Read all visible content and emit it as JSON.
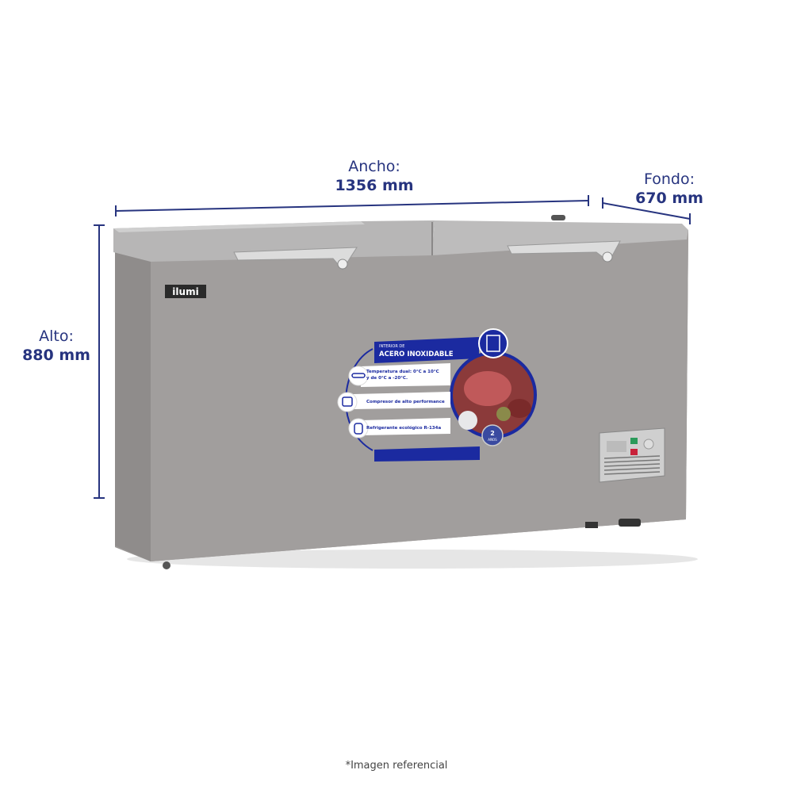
{
  "dimensions": {
    "width": {
      "label": "Ancho:",
      "value": "1356 mm"
    },
    "depth": {
      "label": "Fondo:",
      "value": "670 mm"
    },
    "height": {
      "label": "Alto:",
      "value": "880 mm"
    }
  },
  "brand": "ilumi",
  "sticker": {
    "kicker": "INTERIOR DE",
    "title": "ACERO INOXIDABLE",
    "features": [
      {
        "icon": "thermometer-icon",
        "line1": "Temperatura dual: 0°C a 10°C",
        "line2": "y de 0°C a -20°C."
      },
      {
        "icon": "compressor-icon",
        "line1": "Compresor de alto performance"
      },
      {
        "icon": "gas-cylinder-icon",
        "line1": "Refrigerante ecológico R-134a"
      }
    ],
    "warranty_number": "2",
    "warranty_unit": "AÑOS"
  },
  "footnote": "*Imagen referencial",
  "colors": {
    "dimension_text": "#27347f",
    "sticker_blue": "#1b2aa0",
    "body": "#9c9998",
    "lid": "#b6b5b5"
  }
}
